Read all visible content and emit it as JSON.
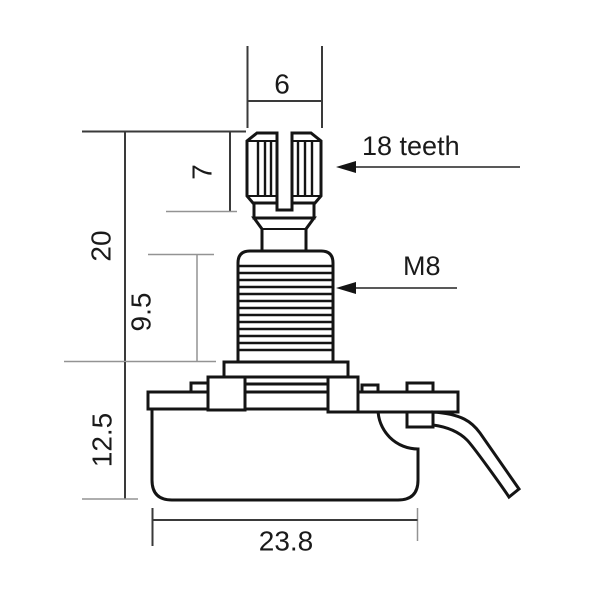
{
  "title": "Potentiometer dimension drawing",
  "colors": {
    "background": "#ffffff",
    "part_outline": "#141414",
    "dimension_line": "#3a3a3a",
    "extension_line": "#939393",
    "text": "#1a1a1a"
  },
  "dims": {
    "shaft_top_width": "6",
    "knurl_length": "7",
    "overall_shaft_length": "20",
    "bushing_thread_length": "9.5",
    "body_depth": "12.5",
    "body_width": "23.8"
  },
  "labels": {
    "teeth_count": "18 teeth",
    "thread_spec": "M8"
  }
}
